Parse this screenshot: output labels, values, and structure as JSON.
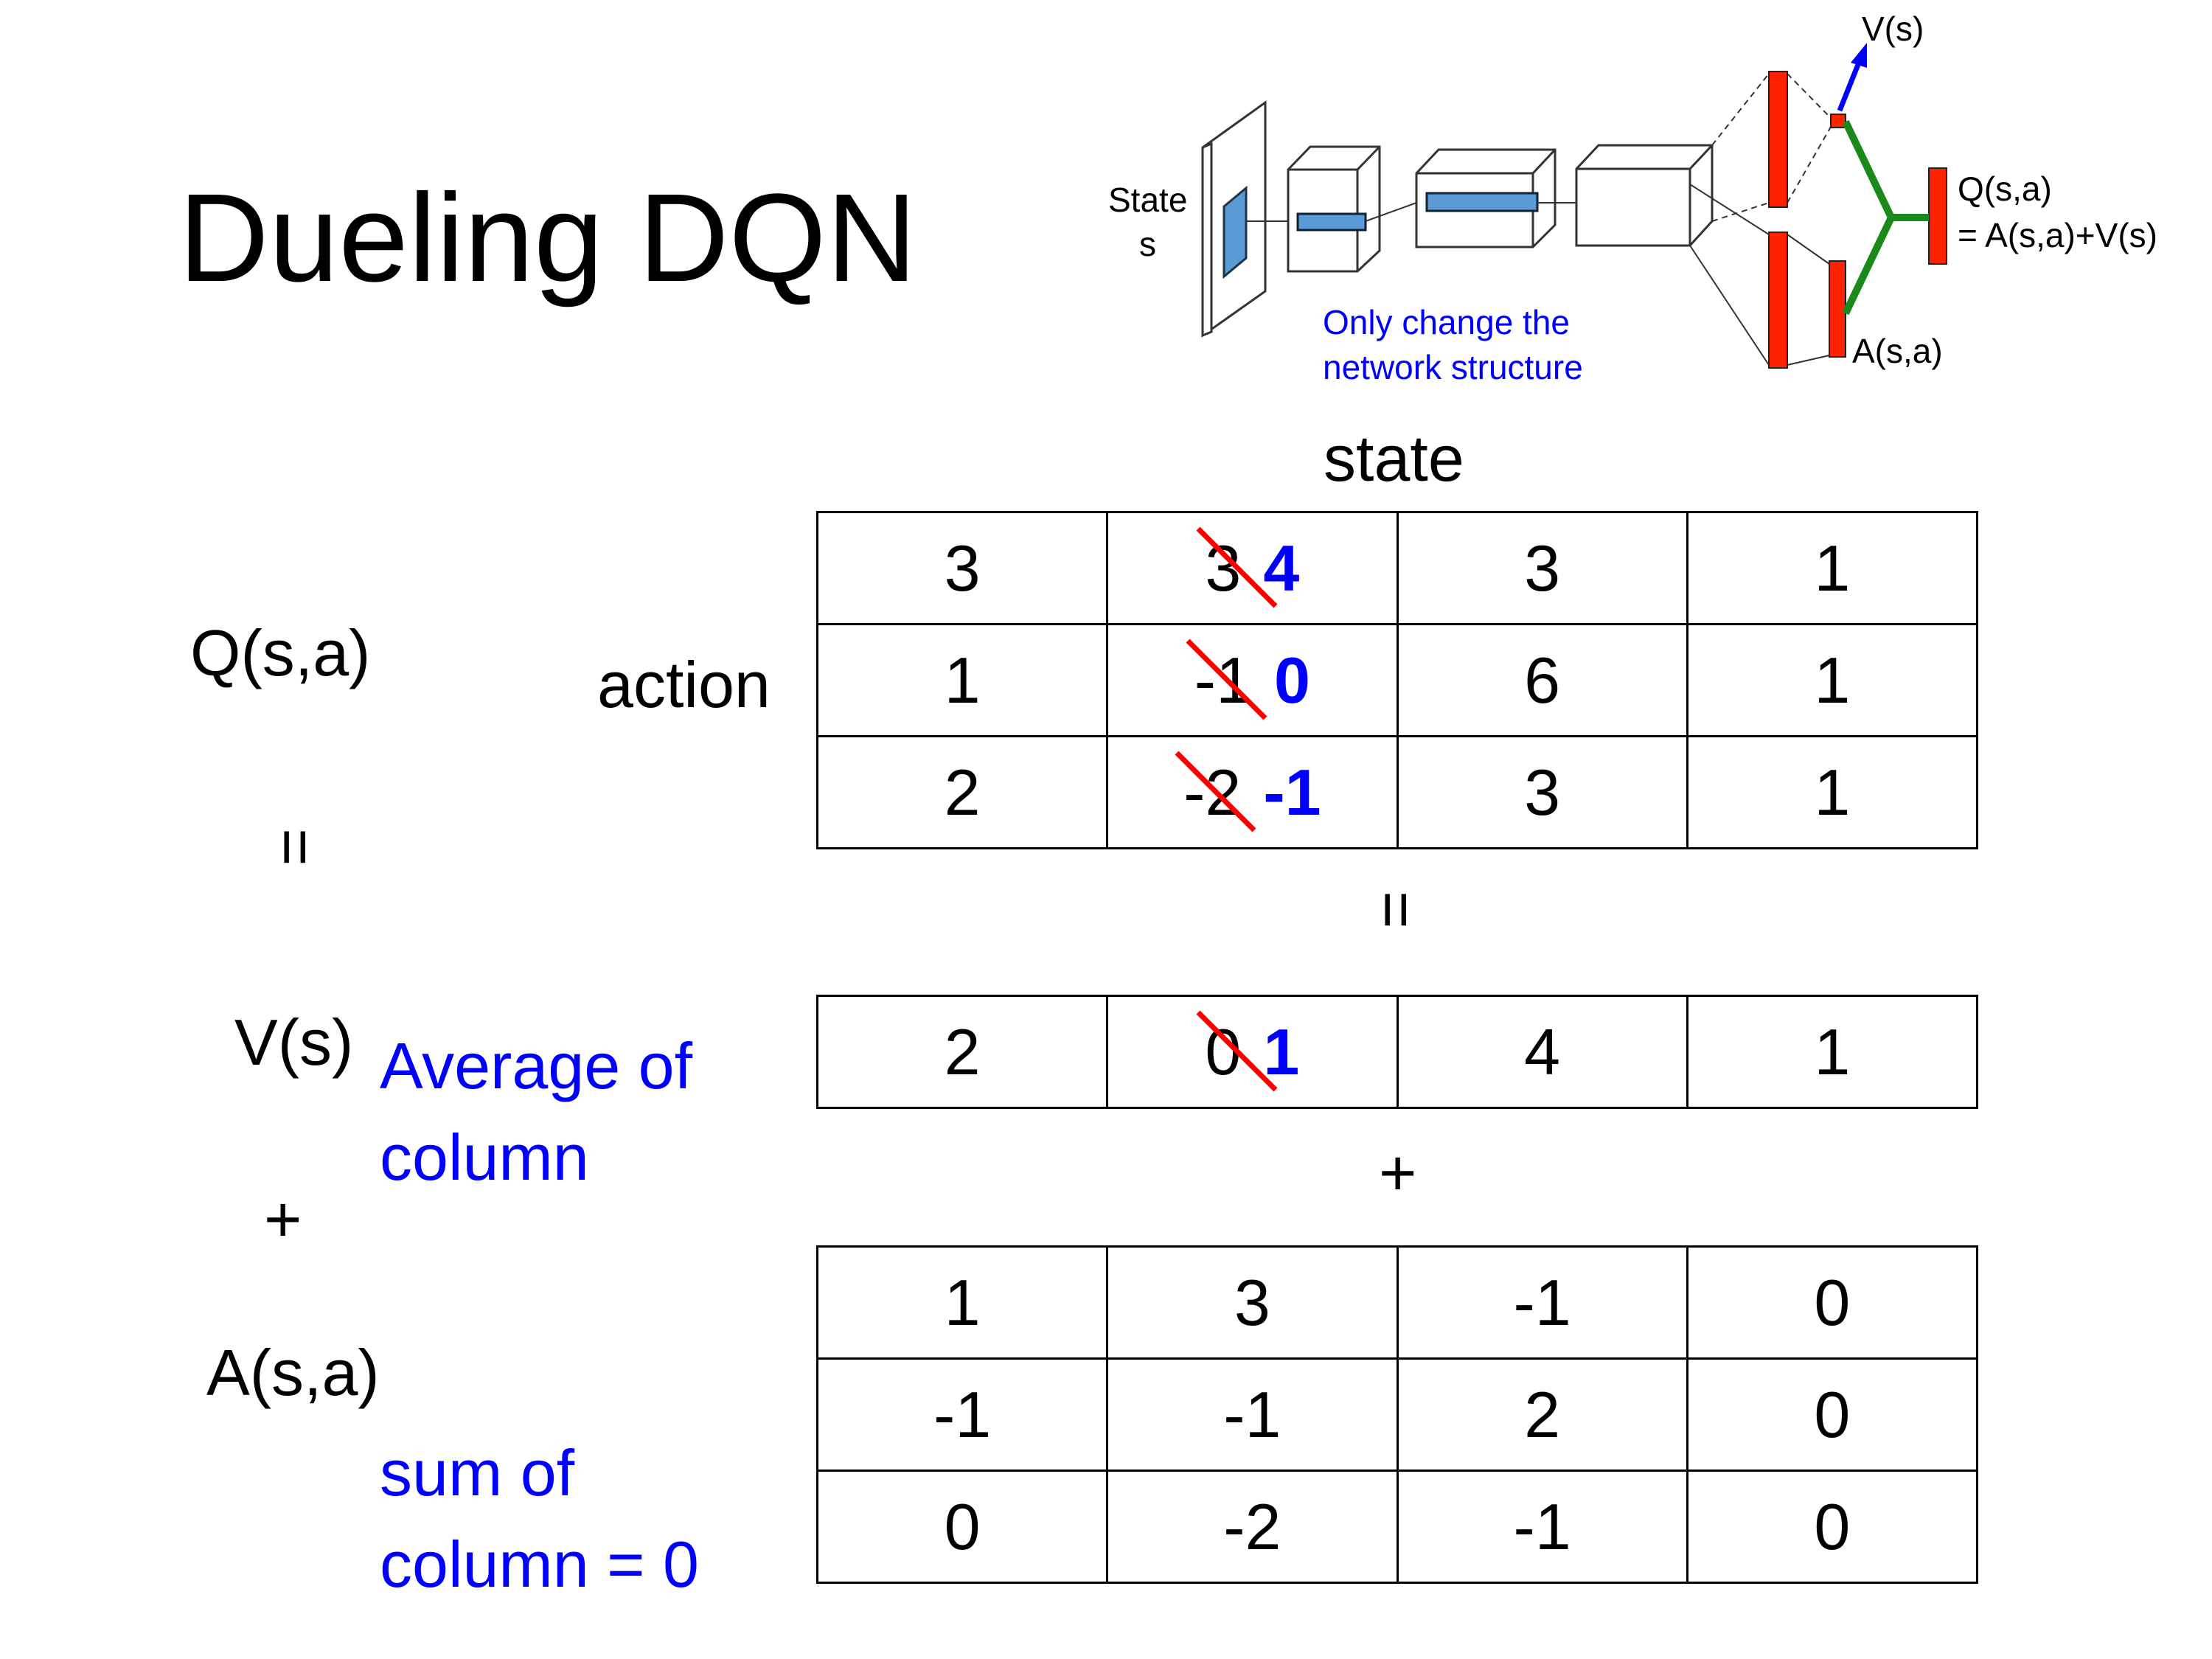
{
  "title": "Dueling DQN",
  "diagram": {
    "state_label": "State",
    "state_var": "s",
    "v_label": "V(s)",
    "q_label": "Q(s,a)",
    "q_formula": "= A(s,a)+V(s)",
    "a_label": "A(s,a)",
    "note_line1": "Only change the",
    "note_line2": "network structure",
    "colors": {
      "value_arrow": "#0000ff",
      "merge": "#1a8a1a",
      "fc_layer": "#ff2200",
      "conv_filter": "#5b9bd5",
      "note": "#0000ff"
    }
  },
  "labels": {
    "state": "state",
    "action": "action",
    "q": "Q(s,a)",
    "eq_left": "=",
    "eq_mid": "=",
    "v": "V(s)",
    "plus_left": "+",
    "plus_mid": "+",
    "a": "A(s,a)",
    "avg_line1": "Average of",
    "avg_line2": "column",
    "sum_line1": "sum of",
    "sum_line2": "column = 0"
  },
  "q_table": [
    [
      {
        "v": "3"
      },
      {
        "old": "3",
        "new": "4"
      },
      {
        "v": "3"
      },
      {
        "v": "1"
      }
    ],
    [
      {
        "v": "1"
      },
      {
        "old": "-1",
        "new": "0"
      },
      {
        "v": "6"
      },
      {
        "v": "1"
      }
    ],
    [
      {
        "v": "2"
      },
      {
        "old": "-2",
        "new": "-1"
      },
      {
        "v": "3"
      },
      {
        "v": "1"
      }
    ]
  ],
  "v_table": [
    [
      {
        "v": "2"
      },
      {
        "old": "0",
        "new": "1"
      },
      {
        "v": "4"
      },
      {
        "v": "1"
      }
    ]
  ],
  "a_table": [
    [
      {
        "v": "1"
      },
      {
        "v": "3"
      },
      {
        "v": "-1"
      },
      {
        "v": "0"
      }
    ],
    [
      {
        "v": "-1"
      },
      {
        "v": "-1"
      },
      {
        "v": "2"
      },
      {
        "v": "0"
      }
    ],
    [
      {
        "v": "0"
      },
      {
        "v": "-2"
      },
      {
        "v": "-1"
      },
      {
        "v": "0"
      }
    ]
  ]
}
